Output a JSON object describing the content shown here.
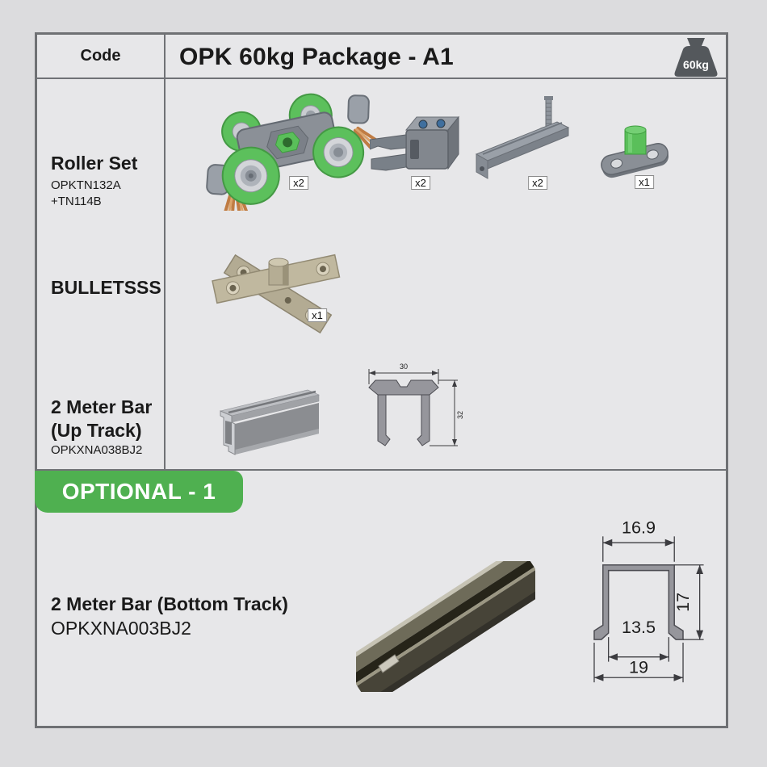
{
  "header": {
    "code_label": "Code",
    "title": "OPK 60kg Package - A1",
    "weight_badge": "60kg"
  },
  "rows": {
    "roller": {
      "label": "Roller Set",
      "code_line1": "OPKTN132A",
      "code_line2": "+TN114B",
      "items": {
        "roller_set": {
          "name": "double-roller-set",
          "qty": "x2"
        },
        "door_clamp": {
          "name": "door-clamp-bracket",
          "qty": "x2"
        },
        "mount_bracket": {
          "name": "mounting-bracket-with-bolt",
          "qty": "x2"
        },
        "floor_guide": {
          "name": "floor-guide-pin",
          "qty": "x1"
        }
      }
    },
    "bullets": {
      "label": "BULLETSSS",
      "qty": "x1"
    },
    "up_track": {
      "label_line1": "2 Meter Bar",
      "label_line2": "(Up Track)",
      "code": "OPKXNA038BJ2",
      "drawing": {
        "width": "30",
        "height": "32"
      }
    }
  },
  "optional": {
    "banner": "OPTIONAL - 1",
    "bottom_track": {
      "label": "2 Meter Bar (Bottom Track)",
      "code": "OPKXNA003BJ2",
      "drawing": {
        "top_width": "16.9",
        "height": "17",
        "inner_width": "13.5",
        "outer_width": "19"
      }
    }
  },
  "colors": {
    "accent_green": "#4fb050",
    "table_border": "#6f7174",
    "page_background": "#dcdcde",
    "cell_background": "#e7e7e9",
    "part_green": "#5cc05c",
    "metal_gray": "#8e939a",
    "bronze_dark": "#45423a",
    "weight_icon_gray": "#54585c"
  }
}
